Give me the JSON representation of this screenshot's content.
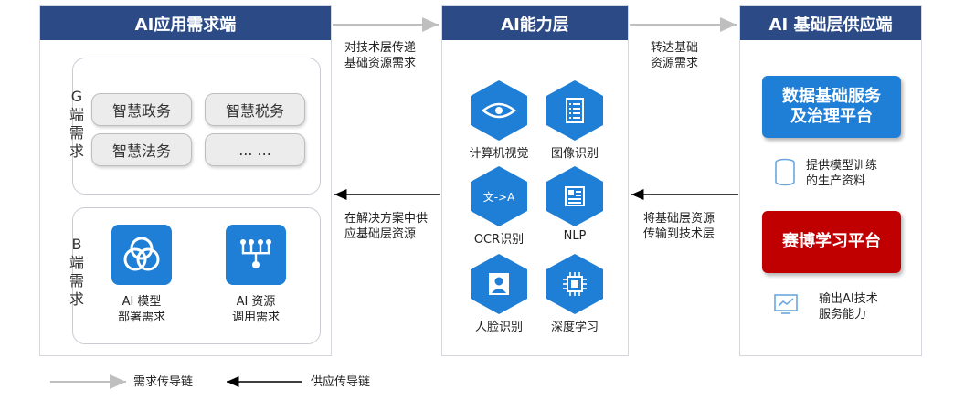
{
  "left": {
    "title": "AI应用需求端",
    "g_label": [
      "G",
      "端",
      "需",
      "求"
    ],
    "g_items": [
      "智慧政务",
      "智慧税务",
      "智慧法务",
      "... ..."
    ],
    "b_label": [
      "B",
      "端",
      "需",
      "求"
    ],
    "b_items": [
      {
        "line1": "AI 模型",
        "line2": "部署需求",
        "icon": "venn-circles-icon"
      },
      {
        "line1": "AI 资源",
        "line2": "调用需求",
        "icon": "tree-network-icon"
      }
    ]
  },
  "middle": {
    "title": "AI能力层",
    "items": [
      {
        "label": "计算机视觉",
        "icon": "eye-icon"
      },
      {
        "label": "图像识别",
        "icon": "document-list-icon"
      },
      {
        "label": "OCR识别",
        "icon": "text-to-a-icon",
        "glyph": "文->A"
      },
      {
        "label": "NLP",
        "icon": "newspaper-icon"
      },
      {
        "label": "人脸识别",
        "icon": "person-icon"
      },
      {
        "label": "深度学习",
        "icon": "chip-icon"
      }
    ]
  },
  "right": {
    "title": "AI 基础层供应端",
    "platform1": [
      "数据基础服务",
      "及治理平台"
    ],
    "platform1_color": "#1f7fd6",
    "note1": [
      "提供模型训练",
      "的生产资料"
    ],
    "platform2": "赛博学习平台",
    "platform2_color": "#c00000",
    "note2": [
      "输出AI技术",
      "服务能力"
    ]
  },
  "arrows": {
    "top_left": [
      "对技术层传递",
      "基础资源需求"
    ],
    "top_right": [
      "转达基础",
      "资源需求"
    ],
    "bottom_left": [
      "在解决方案中供",
      "应基础层资源"
    ],
    "bottom_right": [
      "将基础层资源",
      "传输到技术层"
    ]
  },
  "legend": {
    "demand": "需求传导链",
    "supply": "供应传导链"
  },
  "colors": {
    "header": "#2b4a86",
    "hex": "#1f7fd6",
    "demand_line": "#bfbfbf",
    "supply_line": "#000000"
  }
}
